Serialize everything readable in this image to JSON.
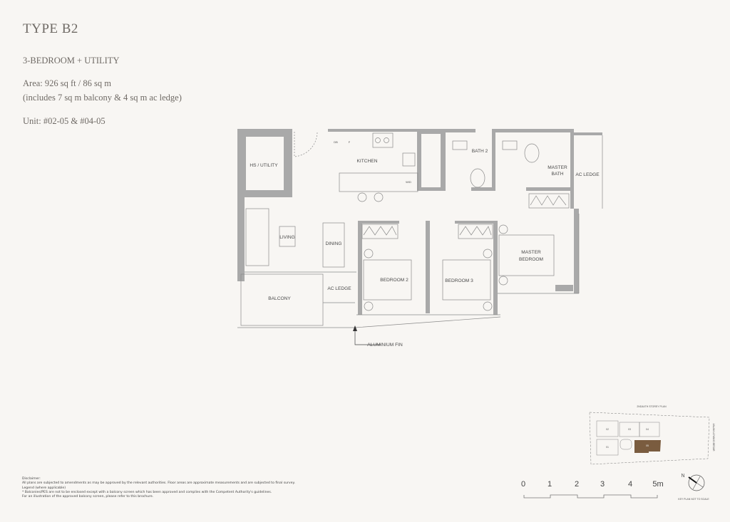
{
  "header": {
    "title": "TYPE  B2",
    "subtitle": "3-BEDROOM + UTILITY",
    "area": "Area: 926 sq ft / 86 sq m",
    "area_note": "(includes 7 sq m balcony & 4 sq m ac ledge)",
    "unit": "Unit: #02-05 & #04-05"
  },
  "plan": {
    "rooms": {
      "utility": "HS / UTILITY",
      "kitchen": "KITCHEN",
      "db": "DB",
      "fridge": "F",
      "wd": "W/D",
      "bath2": "BATH 2",
      "master_bath_1": "MASTER",
      "master_bath_2": "BATH",
      "ac_ledge_top": "AC LEDGE",
      "living": "LIVING",
      "dining": "DINING",
      "master_bedroom_1": "MASTER",
      "master_bedroom_2": "BEDROOM",
      "bedroom2": "BEDROOM 2",
      "bedroom3": "BEDROOM 3",
      "ac_ledge_bottom": "AC LEDGE",
      "balcony": "BALCONY"
    },
    "annotation": "ALUMINIUM FIN",
    "wall_color": "#a9a9a9"
  },
  "scale": {
    "ticks": [
      "0",
      "1",
      "2",
      "3",
      "4",
      "5m"
    ]
  },
  "key_plan": {
    "title": "2ND&4TH STOREY PLAN",
    "road": "JALAN LOYANG BESAR",
    "units": [
      "02",
      "03",
      "04",
      "01",
      "05"
    ],
    "highlight_unit": "05",
    "highlight_color": "#7a5c3f",
    "north": "N",
    "note": "KEY PLAN NOT TO SCALE"
  },
  "disclaimer": {
    "heading": "Disclaimer:",
    "line1": "All plans are subjected to amendments as may be approved by the relevant authorities. Floor areas are approximate measurements and are subjected to final survey.",
    "legend": "Legend (where applicable)",
    "line2": "* Balconies/PES are not to be enclosed except with a balcony screen which has been approved and complies with the Competent Authority's guidelines.",
    "line3": "For an illustration of the approved balcony screen, please refer to this brochure."
  }
}
